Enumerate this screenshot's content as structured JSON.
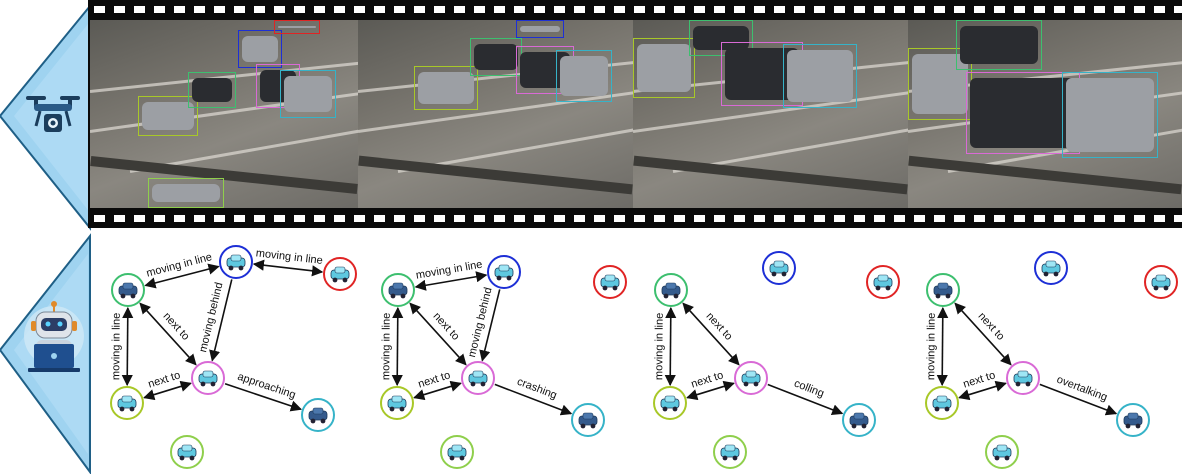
{
  "colors": {
    "panel_blue": "#9fd3f0",
    "panel_edge": "#1f5f86",
    "film_black": "#0a0a0a",
    "node_green": "#3dbf6f",
    "node_blue": "#1d2fd6",
    "node_red": "#e02424",
    "node_magenta": "#d96ad6",
    "node_yellowgreen": "#a8c828",
    "node_cyan": "#36b3c8",
    "node_lightgreen": "#8fcf4c",
    "car_light": "#5ec8e0",
    "car_dark": "#345a8c"
  },
  "icons": {
    "top": "drone-camera-icon",
    "bottom": "robot-laptop-icon"
  },
  "scene_graphs": [
    {
      "edges": [
        {
          "label": "moving in line",
          "from": "green",
          "to": "blue"
        },
        {
          "label": "moving in line",
          "from": "blue",
          "to": "red"
        },
        {
          "label": "moving behind",
          "from": "blue",
          "to": "magenta"
        },
        {
          "label": "next to",
          "from": "green",
          "to": "magenta"
        },
        {
          "label": "moving in line",
          "from": "green",
          "to": "yellowgreen"
        },
        {
          "label": "next to",
          "from": "yellowgreen",
          "to": "magenta"
        },
        {
          "label": "approaching",
          "from": "magenta",
          "to": "cyan"
        }
      ]
    },
    {
      "edges": [
        {
          "label": "moving in line",
          "from": "green",
          "to": "blue"
        },
        {
          "label": "moving behind",
          "from": "blue",
          "to": "magenta"
        },
        {
          "label": "next to",
          "from": "green",
          "to": "magenta"
        },
        {
          "label": "moving in line",
          "from": "green",
          "to": "yellowgreen"
        },
        {
          "label": "next to",
          "from": "yellowgreen",
          "to": "magenta"
        },
        {
          "label": "crashing",
          "from": "magenta",
          "to": "cyan"
        }
      ]
    },
    {
      "edges": [
        {
          "label": "next to",
          "from": "green",
          "to": "magenta"
        },
        {
          "label": "moving in line",
          "from": "green",
          "to": "yellowgreen"
        },
        {
          "label": "next to",
          "from": "yellowgreen",
          "to": "magenta"
        },
        {
          "label": "colling",
          "from": "magenta",
          "to": "cyan"
        }
      ]
    },
    {
      "edges": [
        {
          "label": "next to",
          "from": "green",
          "to": "magenta"
        },
        {
          "label": "moving in line",
          "from": "green",
          "to": "yellowgreen"
        },
        {
          "label": "next to",
          "from": "yellowgreen",
          "to": "magenta"
        },
        {
          "label": "overtalking",
          "from": "magenta",
          "to": "cyan"
        }
      ]
    }
  ]
}
